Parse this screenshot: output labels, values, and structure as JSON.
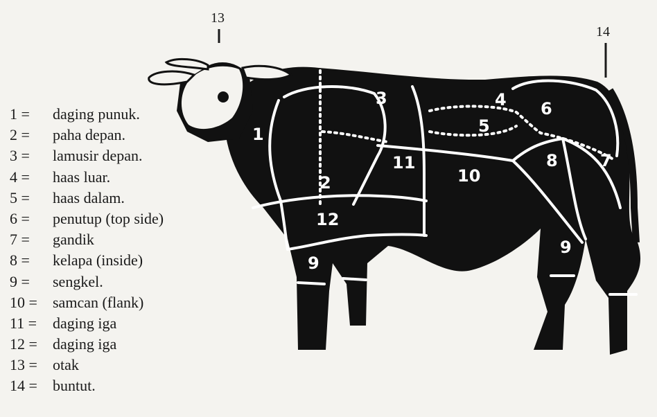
{
  "diagram": {
    "callouts": [
      {
        "id": "13",
        "label": "13"
      },
      {
        "id": "14",
        "label": "14"
      }
    ],
    "regions": [
      {
        "id": "1",
        "label": "1"
      },
      {
        "id": "2",
        "label": "2"
      },
      {
        "id": "3",
        "label": "3"
      },
      {
        "id": "4",
        "label": "4"
      },
      {
        "id": "5",
        "label": "5"
      },
      {
        "id": "6",
        "label": "6"
      },
      {
        "id": "7",
        "label": "7"
      },
      {
        "id": "8",
        "label": "8"
      },
      {
        "id": "9a",
        "label": "9"
      },
      {
        "id": "9b",
        "label": "9"
      },
      {
        "id": "10",
        "label": "10"
      },
      {
        "id": "11",
        "label": "11"
      },
      {
        "id": "12",
        "label": "12"
      }
    ],
    "legend": [
      {
        "num": "1 =",
        "text": "daging punuk."
      },
      {
        "num": "2 =",
        "text": "paha depan."
      },
      {
        "num": "3 =",
        "text": "lamusir depan."
      },
      {
        "num": "4 =",
        "text": "haas luar."
      },
      {
        "num": "5 =",
        "text": "haas dalam."
      },
      {
        "num": "6 =",
        "text": "penutup (top side)"
      },
      {
        "num": "7 =",
        "text": "gandik"
      },
      {
        "num": "8 =",
        "text": "kelapa (inside)"
      },
      {
        "num": "9 =",
        "text": "sengkel."
      },
      {
        "num": "10 =",
        "text": "samcan (flank)"
      },
      {
        "num": "11 =",
        "text": "daging iga"
      },
      {
        "num": "12 =",
        "text": "daging iga"
      },
      {
        "num": "13 =",
        "text": "otak"
      },
      {
        "num": "14 =",
        "text": "buntut."
      }
    ],
    "colors": {
      "body": "#111111",
      "cut_lines": "#ffffff",
      "background": "#f4f3ef"
    }
  }
}
